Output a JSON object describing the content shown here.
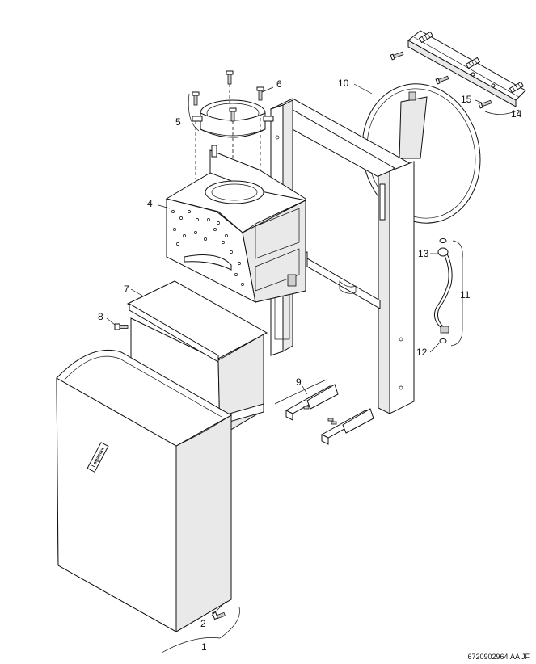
{
  "callouts": {
    "c1": "1",
    "c2": "2",
    "c4": "4",
    "c5": "5",
    "c6": "6",
    "c7": "7",
    "c8": "8",
    "c9": "9",
    "c10": "10",
    "c11": "11",
    "c12": "12",
    "c13": "13",
    "c14": "14",
    "c15": "15"
  },
  "brand_label": "Logamax",
  "drawing_reference": "6720902964.AA  JF"
}
